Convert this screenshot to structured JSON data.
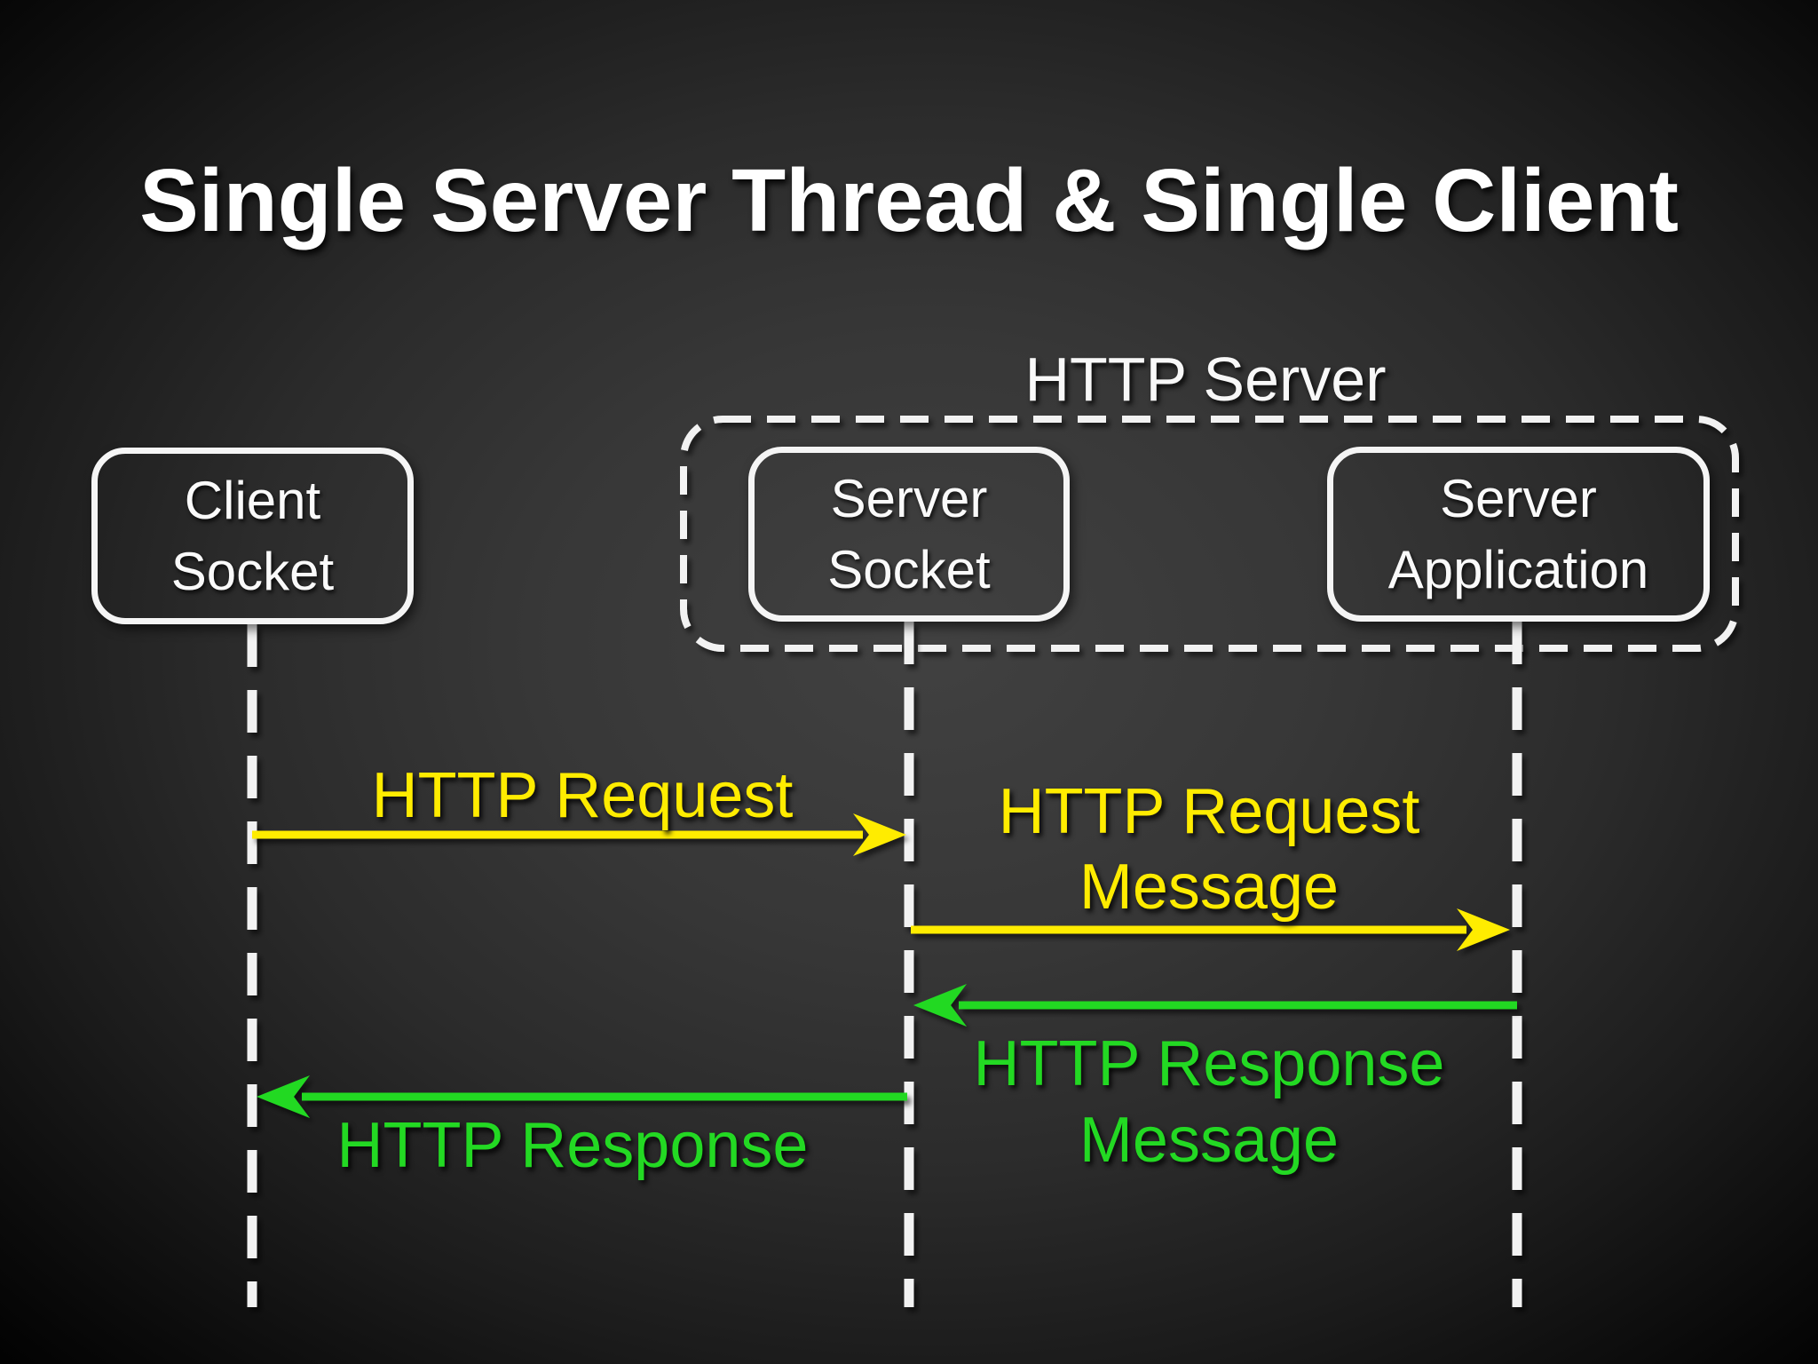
{
  "slide": {
    "title": "Single Server Thread & Single Client"
  },
  "colors": {
    "request_yellow": "#ffec00",
    "response_green": "#23d923",
    "line_white": "#f2f2f2"
  },
  "http_server_group": {
    "label": "HTTP Server"
  },
  "actors": {
    "client_socket": {
      "line1": "Client",
      "line2": "Socket"
    },
    "server_socket": {
      "line1": "Server",
      "line2": "Socket"
    },
    "server_application": {
      "line1": "Server",
      "line2": "Application"
    }
  },
  "messages": {
    "http_request": {
      "label": "HTTP Request",
      "from": "Client Socket",
      "to": "Server Socket",
      "color": "#ffec00"
    },
    "http_request_message": {
      "line1": "HTTP Request",
      "line2": "Message",
      "from": "Server Socket",
      "to": "Server Application",
      "color": "#ffec00"
    },
    "http_response_message": {
      "line1": "HTTP Response",
      "line2": "Message",
      "from": "Server Application",
      "to": "Server Socket",
      "color": "#23d923"
    },
    "http_response": {
      "label": "HTTP Response",
      "from": "Server Socket",
      "to": "Client Socket",
      "color": "#23d923"
    }
  }
}
